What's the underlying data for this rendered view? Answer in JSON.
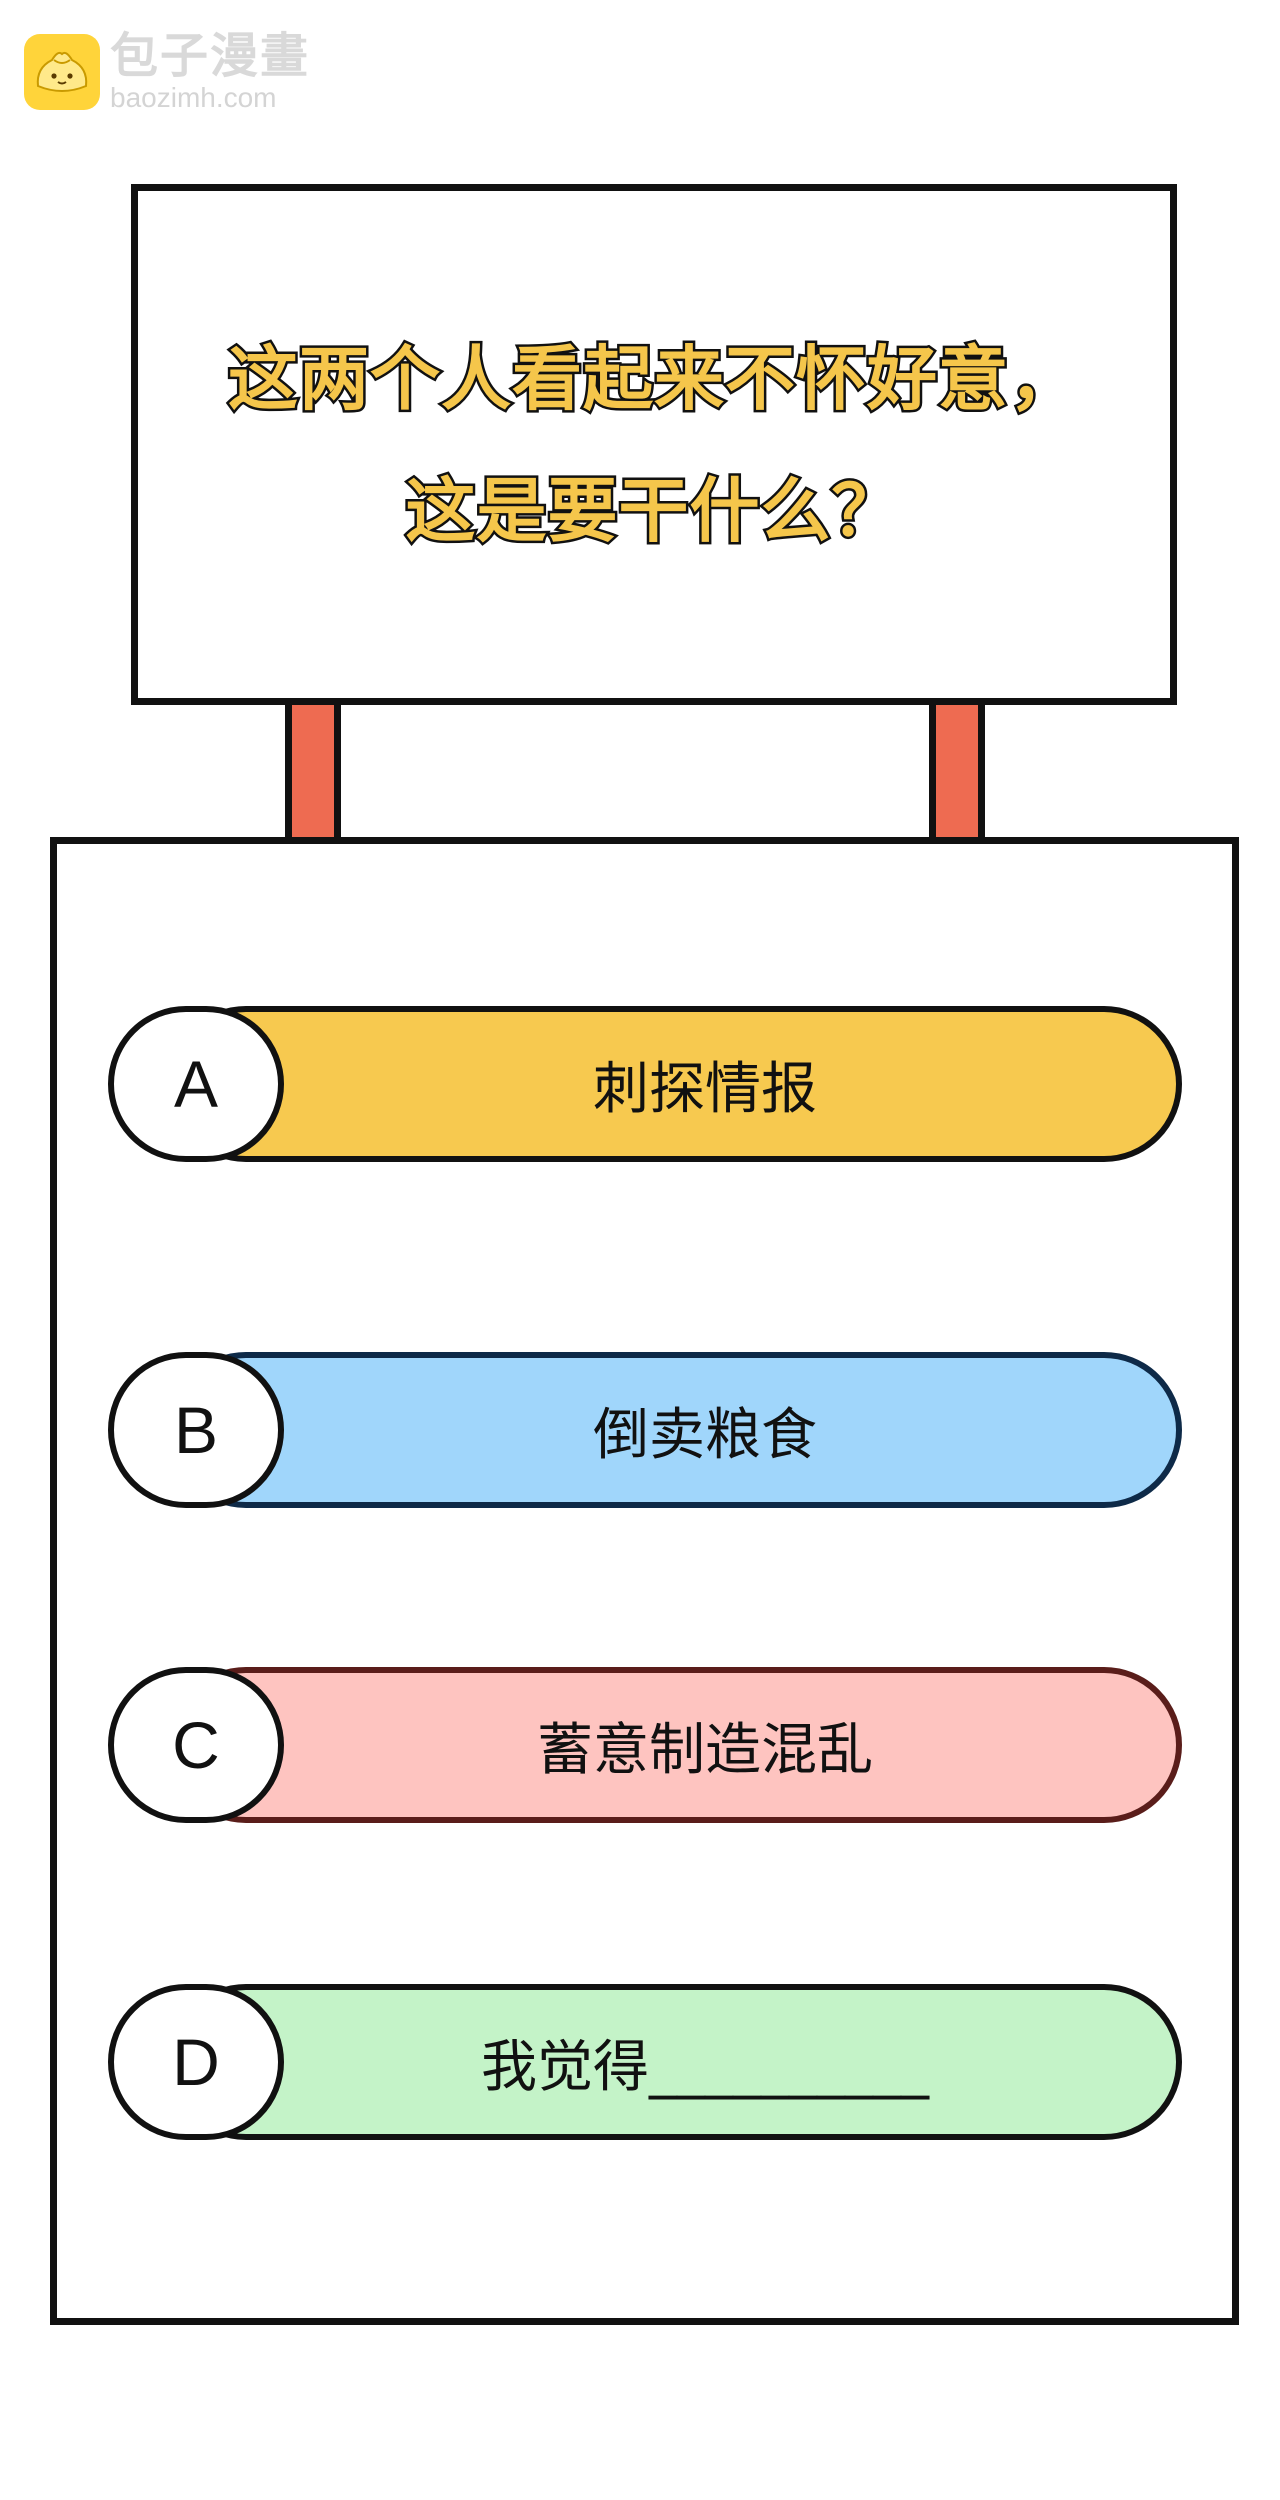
{
  "watermark": {
    "brand_cn": "包子漫畫",
    "brand_en": "baozimh.com",
    "logo_color": "#ffd43a"
  },
  "question": {
    "line1": "这两个人看起来不怀好意，",
    "line2": "这是要干什么？",
    "text_color": "#f5c64b"
  },
  "options": [
    {
      "letter": "A",
      "label": "刺探情报",
      "color": "#f7c94f"
    },
    {
      "letter": "B",
      "label": "倒卖粮食",
      "color": "#a0d6fb"
    },
    {
      "letter": "C",
      "label": "蓄意制造混乱",
      "color": "#fec4c0"
    },
    {
      "letter": "D",
      "label": "我觉得__________",
      "color": "#c4f3c8"
    }
  ],
  "colors": {
    "post": "#ee6b51",
    "outline": "#111111"
  }
}
